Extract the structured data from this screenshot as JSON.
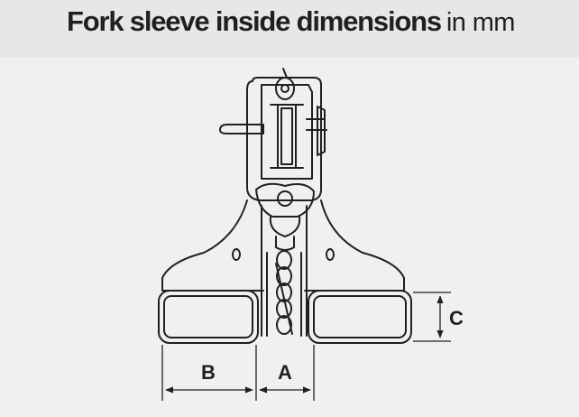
{
  "header": {
    "title_bold": "Fork sleeve inside dimensions",
    "title_unit": "in mm"
  },
  "diagram": {
    "labels": {
      "a": "A",
      "b": "B",
      "c": "C"
    },
    "colors": {
      "line": "#231f20",
      "background": "#f0f0f0",
      "header_background": "#e6e7e8"
    }
  }
}
